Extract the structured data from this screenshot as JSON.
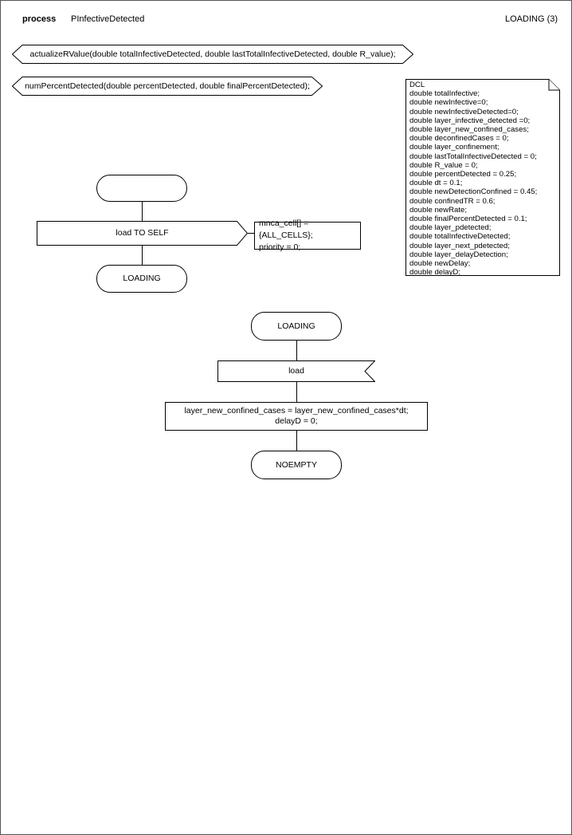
{
  "header": {
    "process_label": "process",
    "process_name": "PInfectiveDetected",
    "page_state_label": "LOADING (3)"
  },
  "procedures": [
    {
      "signature": "actualizeRValue(double totalInfectiveDetected, double lastTotalInfectiveDetected, double R_value);"
    },
    {
      "signature": "numPercentDetected(double percentDetected, double finalPercentDetected);"
    }
  ],
  "declarations": {
    "text": "DCL\ndouble totalInfective;\ndouble newInfective=0;\ndouble newInfectiveDetected=0;\ndouble layer_infective_detected =0;\ndouble layer_new_confined_cases;\ndouble deconfinedCases = 0;\ndouble layer_confinement;\ndouble lastTotalInfectiveDetected = 0;\ndouble R_value = 0;\ndouble percentDetected = 0.25;\ndouble dt = 0.1;\ndouble newDetectionConfined = 0.45;\ndouble confinedTR = 0.6;\ndouble newRate;\ndouble finalPercentDetected = 0.1;\ndouble layer_pdetected;\ndouble totalInfectiveDetected;\ndouble layer_next_pdetected;\ndouble layer_delayDetection;\ndouble newDelay;\ndouble delayD;"
  },
  "flow1": {
    "start_state_label": "",
    "output_label": "load TO SELF",
    "comment_text": "mnca_cell[] = {ALL_CELLS};\npriority = 0;",
    "next_state_label": "LOADING"
  },
  "flow2": {
    "state_label": "LOADING",
    "input_label": "load",
    "task_text": "layer_new_confined_cases = layer_new_confined_cases*dt;\ndelayD = 0;",
    "next_state_label": "NOEMPTY"
  },
  "colors": {
    "line": "#000000",
    "background": "#ffffff"
  }
}
